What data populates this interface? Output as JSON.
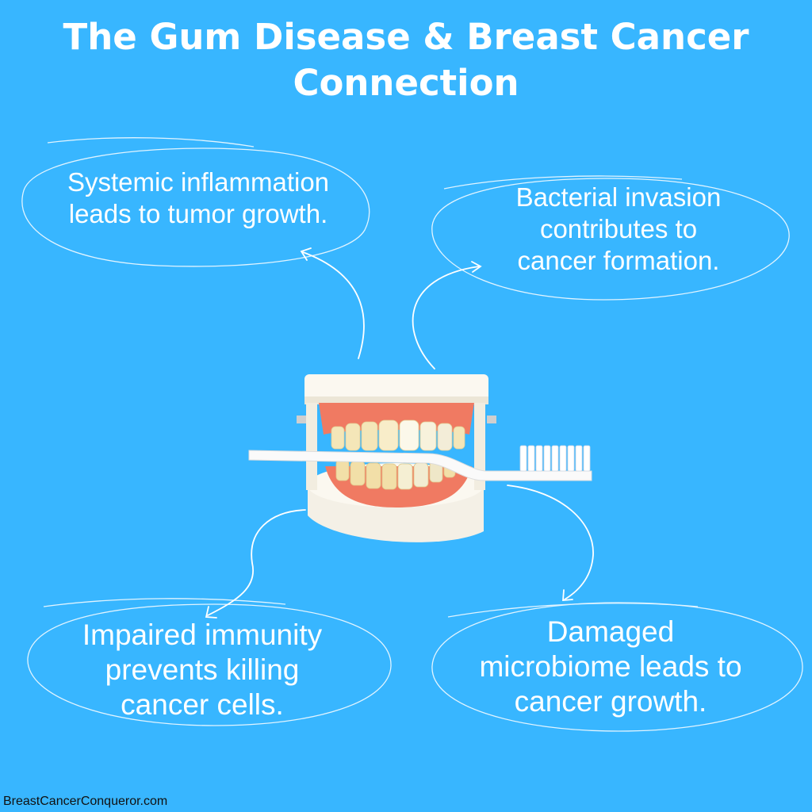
{
  "title": {
    "line1": "The Gum Disease & Breast Cancer",
    "line2": "Connection"
  },
  "notes": {
    "top_left": [
      "Systemic inflammation",
      "leads to tumor growth."
    ],
    "top_right": [
      "Bacterial invasion",
      "contributes to",
      "cancer formation."
    ],
    "bottom_left": [
      "Impaired immunity",
      "prevents killing",
      "cancer cells."
    ],
    "bottom_right": [
      "Damaged",
      "microbiome leads to",
      "cancer growth."
    ]
  },
  "footer": "BreastCancerConqueror.com",
  "colors": {
    "background": "#38b6ff",
    "text": "#ffffff",
    "gum": "#f07a62",
    "tooth": "#f4e6b8",
    "base": "#fbf8f0",
    "toothbrush": "#fafafa"
  },
  "icons": [
    "denture-model-image",
    "toothbrush-icon",
    "arrow-icon"
  ]
}
